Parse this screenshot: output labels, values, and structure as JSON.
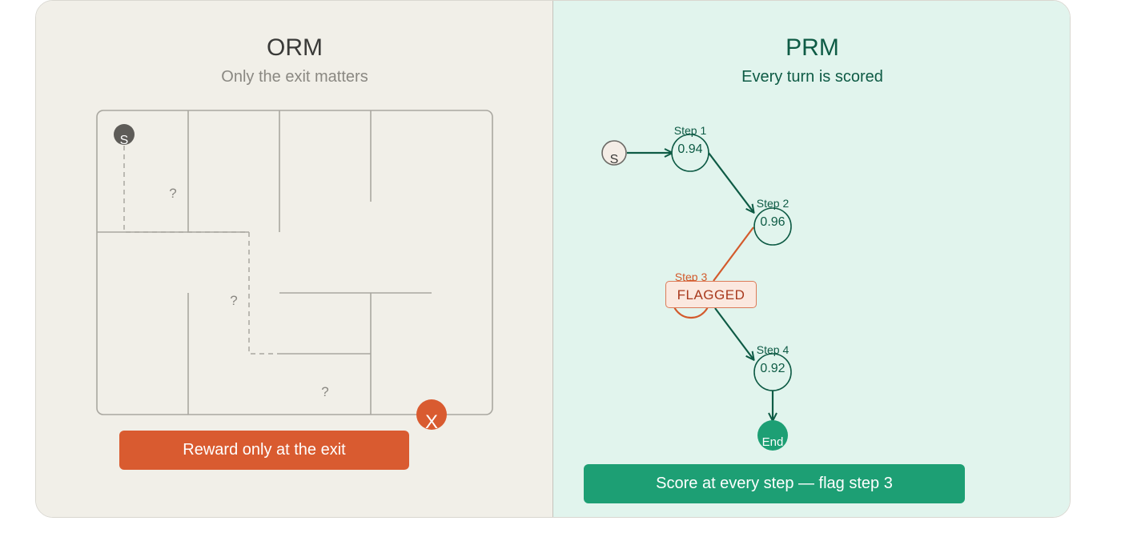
{
  "orm": {
    "title": "ORM",
    "subtitle": "Only the exit matters",
    "start_label": "S",
    "exit_label": "X",
    "unknown_marks": [
      "?",
      "?",
      "?"
    ],
    "button_label": "Reward only at the exit"
  },
  "prm": {
    "title": "PRM",
    "subtitle": "Every turn is scored",
    "start_label": "S",
    "steps": [
      {
        "label": "Step 1",
        "score": "0.94"
      },
      {
        "label": "Step 2",
        "score": "0.96"
      },
      {
        "label": "Step 3",
        "score": ""
      },
      {
        "label": "Step 4",
        "score": "0.92"
      }
    ],
    "flag_label": "FLAGGED",
    "end_label": "End",
    "button_label": "Score at every step — flag step 3"
  },
  "colors": {
    "orm_accent": "#d95b30",
    "prm_accent": "#1d9f74",
    "prm_dark": "#0e5b45",
    "flag_red": "#d35a2c"
  }
}
